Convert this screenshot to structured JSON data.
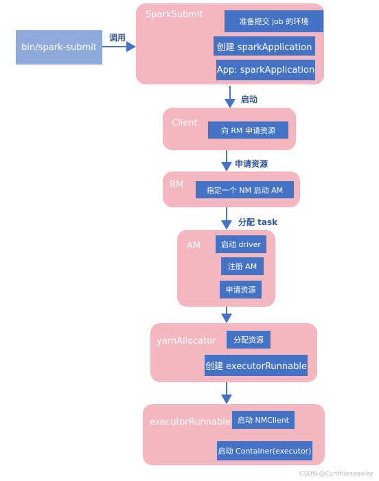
{
  "start": {
    "label": "bin/spark-submit"
  },
  "edges": {
    "call": "调用",
    "start": "启动",
    "request_resources": "申请资源",
    "assign_task": "分配 task"
  },
  "sparksubmit": {
    "title": "SparkSubmit",
    "steps": [
      "准备提交 job 的环境",
      "创建 sparkApplication",
      "App: sparkApplication"
    ]
  },
  "client": {
    "title": "Client",
    "steps": [
      "向 RM 申请资源"
    ]
  },
  "rm": {
    "title": "RM",
    "steps": [
      "指定一个 NM 启动 AM"
    ]
  },
  "am": {
    "title": "AM",
    "steps": [
      "启动 driver",
      "注册 AM",
      "申请资源"
    ]
  },
  "yarn_allocator": {
    "title": "yarnAllocator",
    "steps": [
      "分配资源",
      "创建 executorRunnable"
    ]
  },
  "executor_runnable": {
    "title": "executorRunnable",
    "steps": [
      "启动 NMClient",
      "启动 Container(executor)"
    ]
  },
  "watermark": "CSDN @Cynthiaaaaalxy",
  "colors": {
    "node": "#f4b6bf",
    "step": "#4472c4",
    "start": "#8eaadb",
    "arrow": "#4472c4",
    "label": "#2f5597"
  }
}
